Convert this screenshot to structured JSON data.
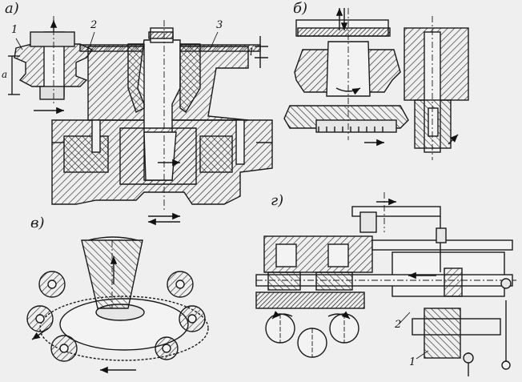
{
  "panels": {
    "a": "а)",
    "b": "б)",
    "v": "в)",
    "g": "г)"
  },
  "callouts": {
    "a_1": "1",
    "a_2": "2",
    "a_3": "3",
    "g_1": "1",
    "g_2": "2"
  },
  "dimensions": {
    "left_a": "a",
    "right_l": "l"
  },
  "colors": {
    "ink": "#1a1a1a",
    "paper": "#efefef",
    "hatch": "#2a2a2a"
  }
}
